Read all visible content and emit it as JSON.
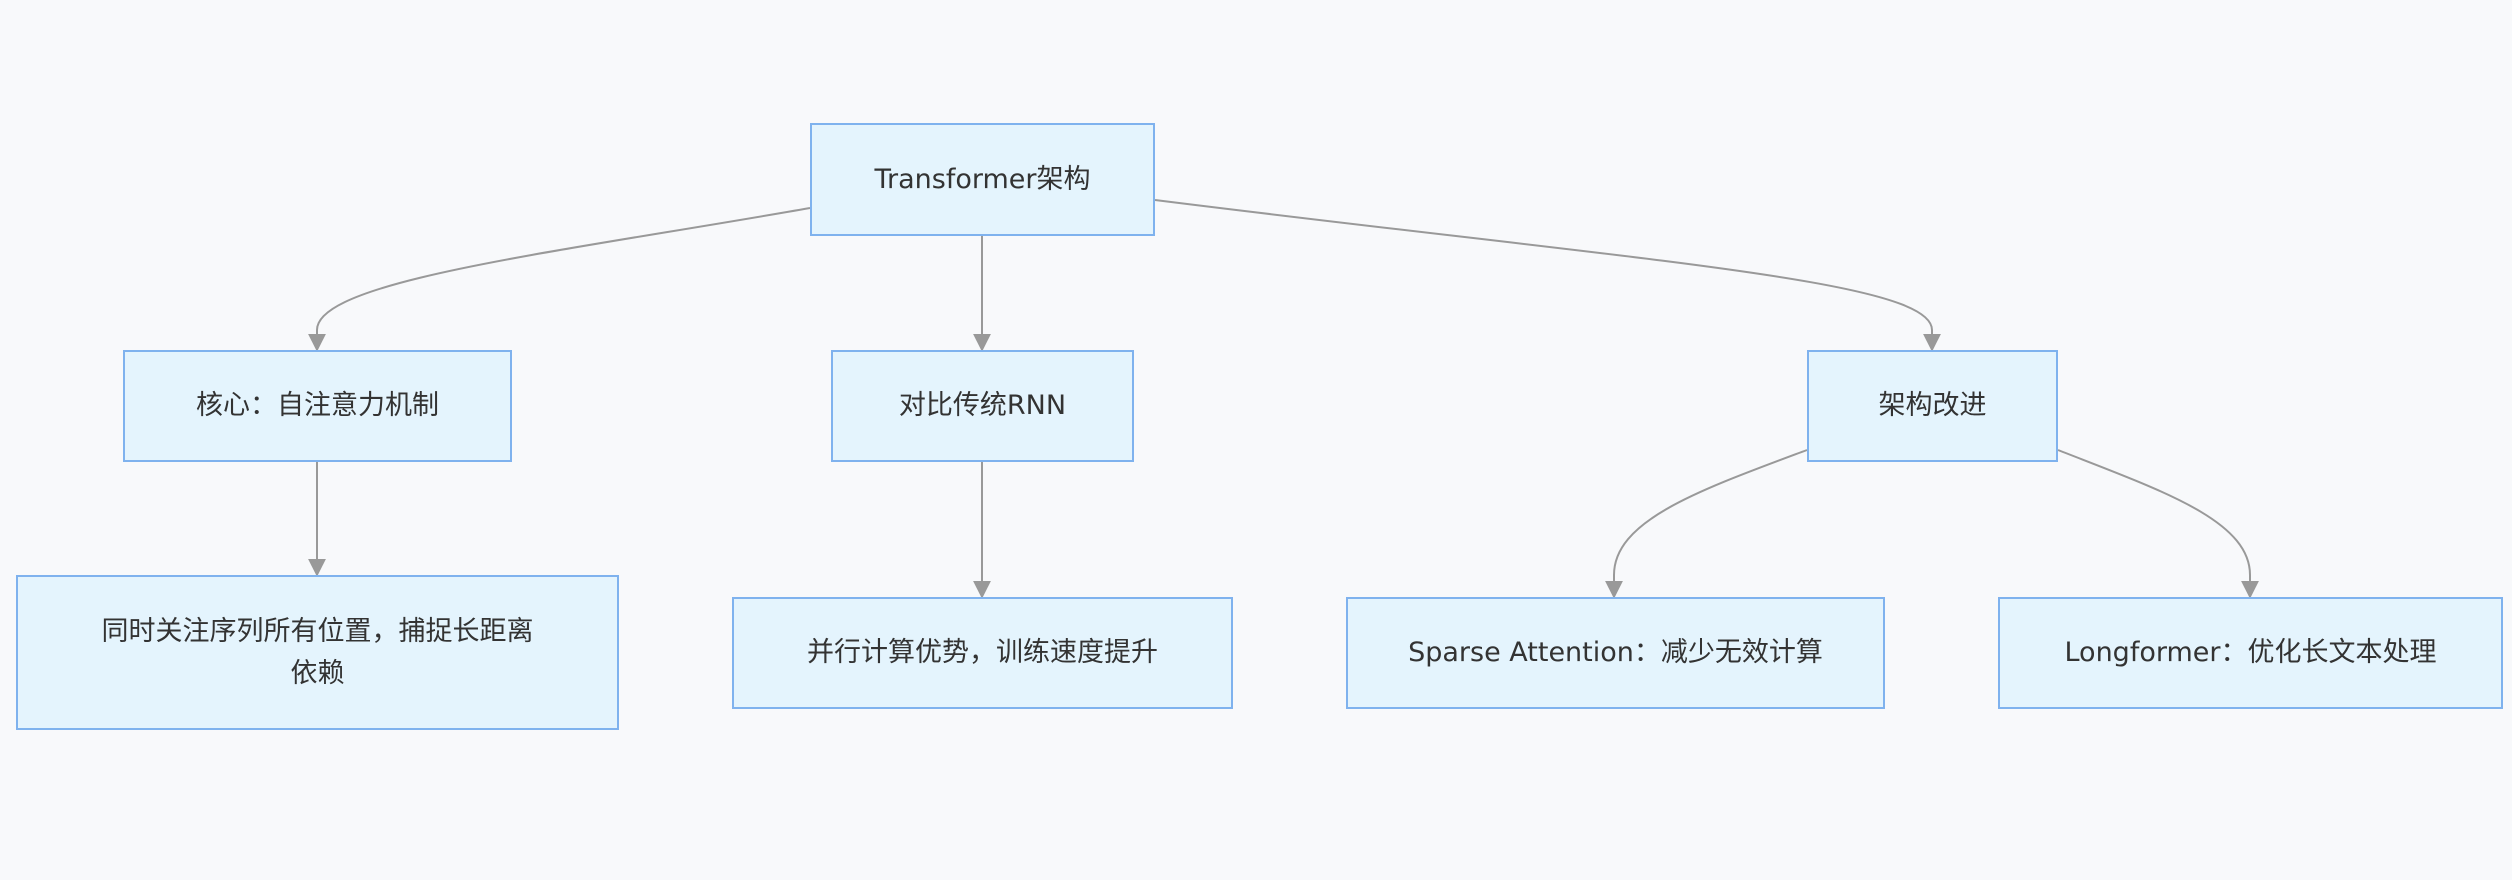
{
  "nodes": {
    "root": "Transformer架构",
    "core": "核心：自注意力机制",
    "compare": "对比传统RNN",
    "improve": "架构改进",
    "desc": "同时关注序列所有位置，捕捉长距离\n依赖",
    "parallel": "并行计算优势，训练速度提升",
    "sparse": "Sparse Attention：减少无效计算",
    "longformer": "Longformer：优化长文本处理"
  },
  "edges": [
    {
      "from": "root",
      "to": "core"
    },
    {
      "from": "root",
      "to": "compare"
    },
    {
      "from": "root",
      "to": "improve"
    },
    {
      "from": "core",
      "to": "desc"
    },
    {
      "from": "compare",
      "to": "parallel"
    },
    {
      "from": "improve",
      "to": "sparse"
    },
    {
      "from": "improve",
      "to": "longformer"
    }
  ],
  "colors": {
    "node_fill": "#e4f4fd",
    "node_border": "#7fb2ee",
    "edge": "#999999",
    "background": "#f8f9fb"
  }
}
